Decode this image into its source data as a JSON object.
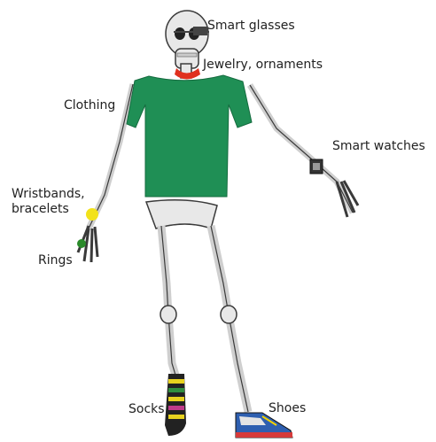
{
  "labels": {
    "smart_glasses": "Smart glasses",
    "jewelry": "Jewelry, ornaments",
    "clothing": "Clothing",
    "smart_watches": "Smart watches",
    "wristbands_line1": "Wristbands,",
    "wristbands_line2": "bracelets",
    "rings": "Rings",
    "socks": "Socks",
    "shoes": "Shoes"
  },
  "colors": {
    "shirt": "#1f8f55",
    "bone": "#e8e8e8",
    "bone_outline": "#3a3a3a",
    "jewelry": "#e0311f",
    "wristband": "#f2e21a",
    "ring": "#2a8a2a",
    "watch": "#333333",
    "glasses": "#444444"
  },
  "icons": [
    "skeleton-figure",
    "smart-glasses-icon",
    "necklace-icon",
    "tshirt-icon",
    "smart-watch-icon",
    "wristband-icon",
    "ring-icon",
    "sock-icon",
    "shoe-icon"
  ]
}
